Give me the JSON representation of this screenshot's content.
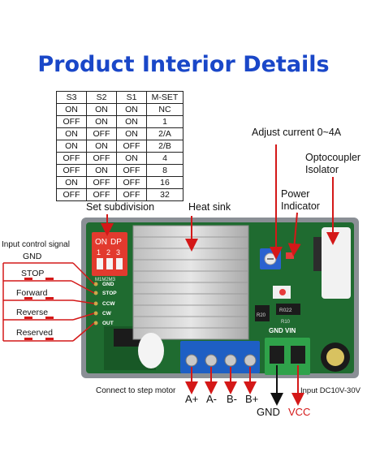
{
  "title": "Product Interior Details",
  "table": {
    "headers": [
      "S3",
      "S2",
      "S1",
      "M-SET"
    ],
    "rows": [
      [
        "ON",
        "ON",
        "ON",
        "NC"
      ],
      [
        "OFF",
        "ON",
        "ON",
        "1"
      ],
      [
        "ON",
        "OFF",
        "ON",
        "2/A"
      ],
      [
        "ON",
        "ON",
        "OFF",
        "2/B"
      ],
      [
        "OFF",
        "OFF",
        "ON",
        "4"
      ],
      [
        "OFF",
        "ON",
        "OFF",
        "8"
      ],
      [
        "ON",
        "OFF",
        "OFF",
        "16"
      ],
      [
        "OFF",
        "OFF",
        "OFF",
        "32"
      ]
    ]
  },
  "callouts": {
    "set_subdivision": "Set subdivision",
    "heat_sink": "Heat sink",
    "adjust_current": "Adjust current 0~4A",
    "optocoupler_line1": "Optocoupler",
    "optocoupler_line2": "Isolator",
    "power_indicator_line1": "Power",
    "power_indicator_line2": "Indicator",
    "input_control": "Input control signal",
    "connect_motor": "Connect to step motor",
    "input_dc": "Input DC10V-30V"
  },
  "signals": [
    {
      "name": "GND",
      "pin": "GND"
    },
    {
      "name": "STOP",
      "pin": "STOP"
    },
    {
      "name": "Forward",
      "pin": "CCW"
    },
    {
      "name": "Reverse",
      "pin": "CW"
    },
    {
      "name": "Reserved",
      "pin": "OUT"
    }
  ],
  "board": {
    "dip_on": "ON",
    "dip_dp": "DP",
    "dip_numbers": [
      "1",
      "2",
      "3"
    ],
    "mset_silk": "M1M2M3",
    "pin_labels": [
      "GND",
      "STOP",
      "CCW",
      "CW",
      "OUT"
    ],
    "power_silk": "GND VIN",
    "r_labels": [
      "R20",
      "R022",
      "R10"
    ]
  },
  "motor_terminals": [
    "A+",
    "A-",
    "B-",
    "B+"
  ],
  "power_terminals": {
    "gnd": "GND",
    "vcc": "VCC"
  },
  "colors": {
    "title": "#1a47c8",
    "pcb": "#1f6b30",
    "dip": "#e23a2e",
    "terminal_blue": "#1e5fc4",
    "terminal_green": "#2fa24a",
    "arrow_red": "#d41818"
  }
}
